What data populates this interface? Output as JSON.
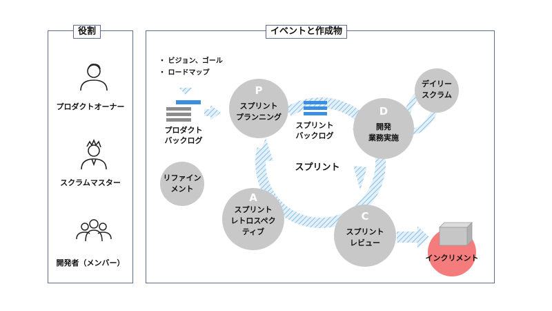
{
  "roles": {
    "title": "役割",
    "items": [
      {
        "label": "プロダクトオーナー",
        "icon": "person-icon"
      },
      {
        "label": "スクラムマスター",
        "icon": "person-spiky-hair-icon"
      },
      {
        "label": "開発者（メンバー）",
        "icon": "team-icon"
      }
    ]
  },
  "events": {
    "title": "イベントと作成物",
    "bullets": [
      "・ ビジョン、ゴール",
      "・ ロードマップ"
    ],
    "product_backlog": [
      "プロダクト",
      "バックログ"
    ],
    "refinement": [
      "リファイン",
      "メント"
    ],
    "sprint_planning": {
      "letter": "P",
      "lines": [
        "スプリント",
        "プランニング"
      ]
    },
    "sprint_backlog": [
      "スプリント",
      "バックログ"
    ],
    "daily_scrum": [
      "デイリー",
      "スクラム"
    ],
    "development": {
      "letter": "D",
      "lines": [
        "開発",
        "業務実施"
      ]
    },
    "sprint_label": "スプリント",
    "retrospective": {
      "letter": "A",
      "lines": [
        "スプリント",
        "レトロスペク",
        "ティブ"
      ]
    },
    "review": {
      "letter": "C",
      "lines": [
        "スプリント",
        "レビュー"
      ]
    },
    "increment": "インクリメント"
  },
  "colors": {
    "border": "#5b6b8c",
    "circle": "#c8c8c8",
    "hatch": "#9cc9e6",
    "backlog_blue": "#3b8fe0",
    "backlog_gray": "#8d8d8d",
    "increment_red": "#f47c7c"
  }
}
